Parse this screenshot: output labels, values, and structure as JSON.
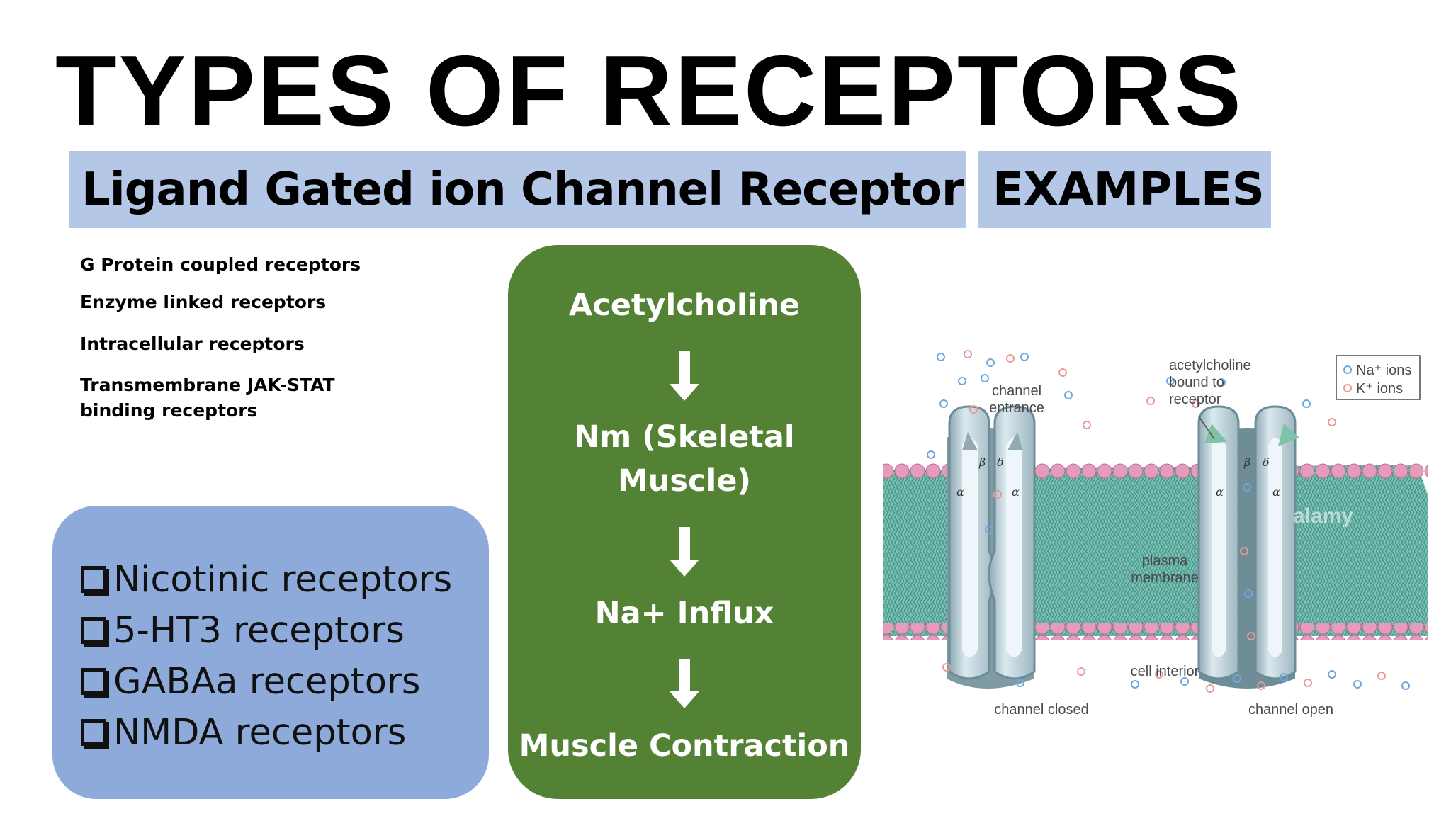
{
  "title": "TYPES OF RECEPTORS",
  "header": {
    "receptor_type": "Ligand Gated ion Channel Receptor",
    "examples_label": "EXAMPLES"
  },
  "other_types": [
    "G Protein coupled receptors",
    "Enzyme linked receptors",
    "Intracellular receptors",
    "Transmembrane JAK-STAT binding receptors"
  ],
  "examples": [
    "Nicotinic receptors",
    "5-HT3 receptors",
    "GABAa receptors",
    "NMDA receptors"
  ],
  "flow": {
    "step1": "Acetylcholine",
    "step2_line1": "Nm (Skeletal",
    "step2_line2": "Muscle)",
    "step3": "Na+ Influx",
    "step4": "Muscle Contraction",
    "arrow_icon": "down-arrow-icon"
  },
  "diagram": {
    "channel_entrance_1": "channel",
    "channel_entrance_2": "entrance",
    "ach_bound_1": "acetylcholine",
    "ach_bound_2": "bound to",
    "ach_bound_3": "receptor",
    "legend_na": "Na⁺ ions",
    "legend_k": "K⁺ ions",
    "plasma_1": "plasma",
    "plasma_2": "membrane",
    "cell_interior": "cell interior",
    "channel_closed": "channel closed",
    "channel_open": "channel open",
    "alpha": "α",
    "beta": "β",
    "delta": "δ",
    "watermark": "alamy",
    "colors": {
      "na_ion": "#6fa8dc",
      "k_ion": "#e89a9a",
      "lipid_head": "#e38fb0",
      "membrane": "#4aa89a",
      "channel": "#c5dbe6",
      "flow_green": "#548235",
      "header_blue": "#b4c7e7",
      "examples_blue": "#8eaadb"
    }
  }
}
